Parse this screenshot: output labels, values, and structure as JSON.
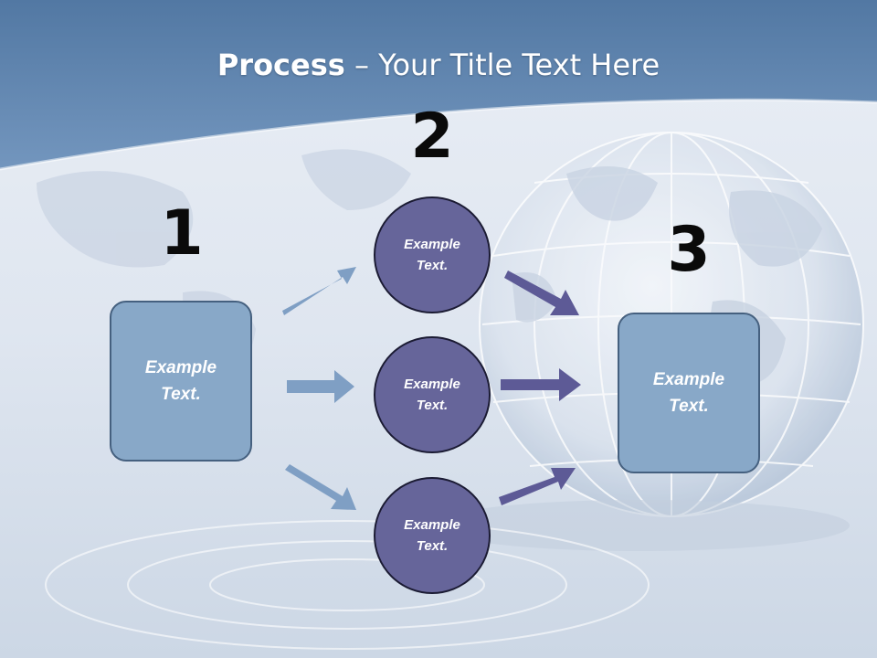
{
  "slide": {
    "title_bold": "Process",
    "title_rest": " – Your Title Text Here"
  },
  "steps": {
    "step1": "1",
    "step2": "2",
    "step3": "3"
  },
  "nodes": {
    "left_box": "Example Text.",
    "circle_top": "Example Text.",
    "circle_mid": "Example Text.",
    "circle_bottom": "Example Text.",
    "right_box": "Example Text."
  },
  "colors": {
    "box_fill": "#88a8c8",
    "circle_fill": "#66659a",
    "arrow_light": "#7f9fc4",
    "arrow_dark": "#5d5a96"
  }
}
